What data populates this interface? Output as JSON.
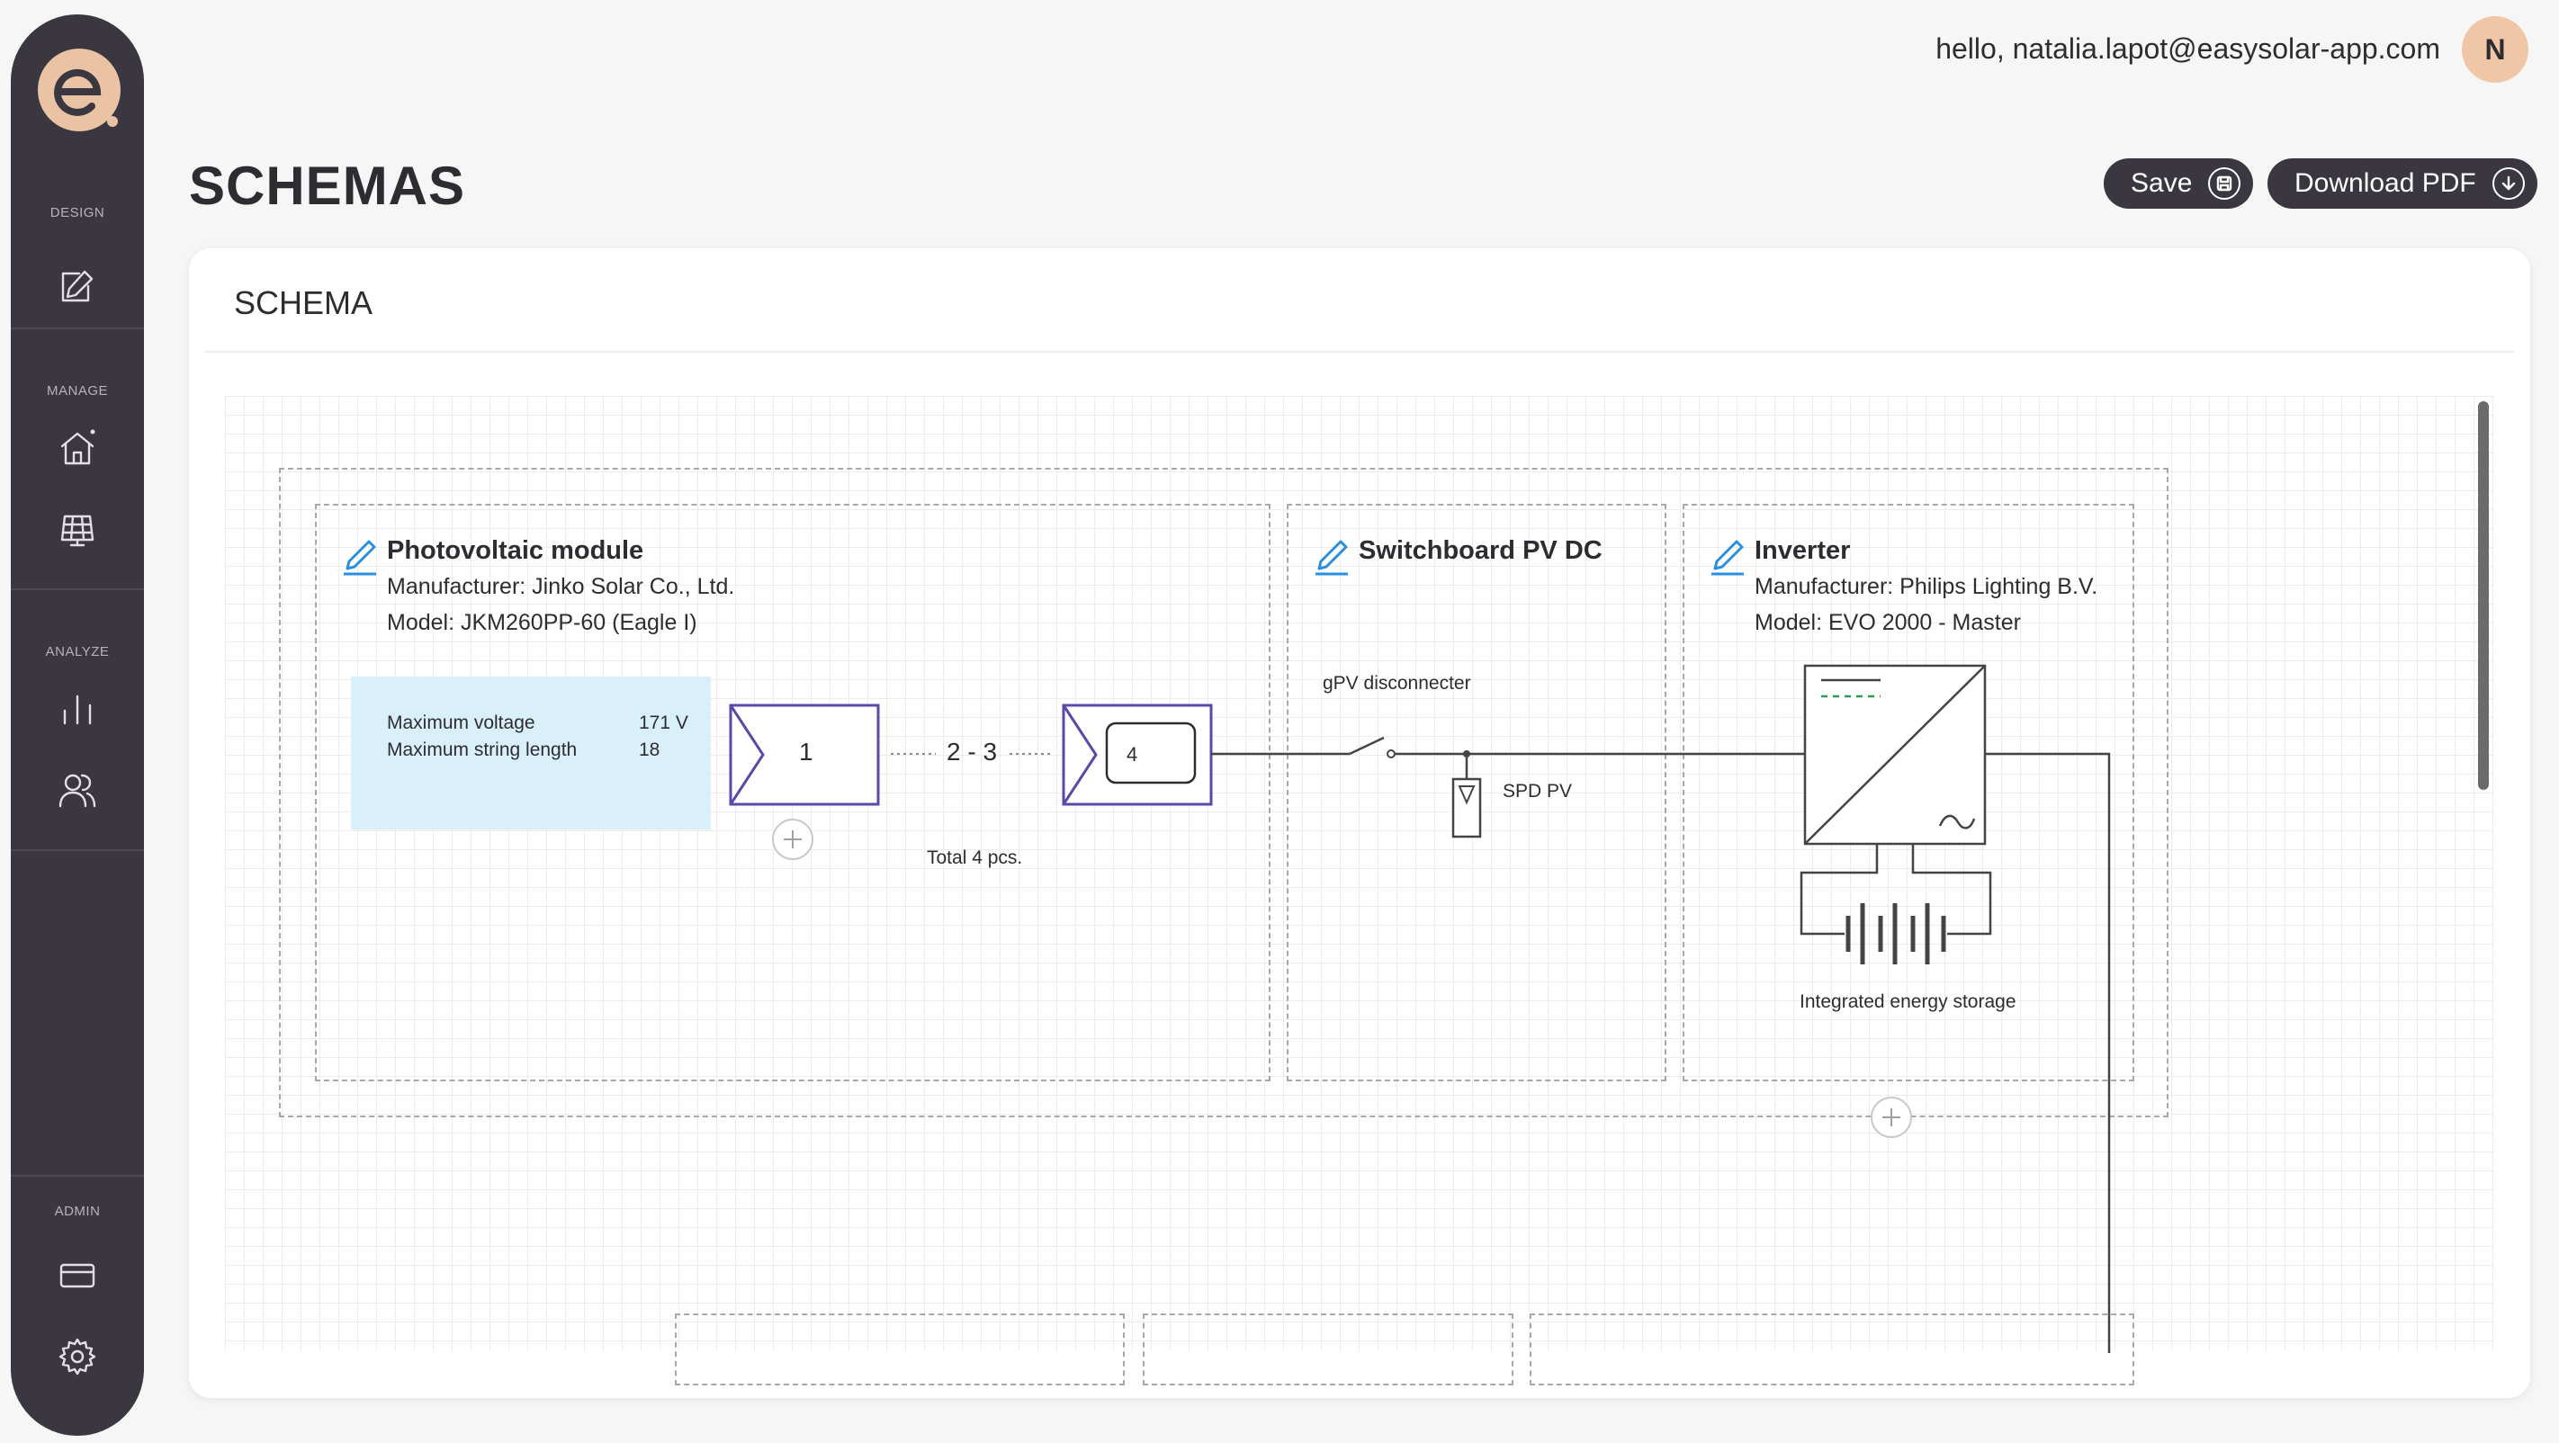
{
  "sidebar": {
    "sections": [
      {
        "label": "DESIGN"
      },
      {
        "label": "MANAGE"
      },
      {
        "label": "ANALYZE"
      },
      {
        "label": "ADMIN"
      }
    ]
  },
  "header": {
    "greeting": "hello, natalia.lapot@easysolar-app.com",
    "avatar_initial": "N"
  },
  "page": {
    "title": "SCHEMAS",
    "save_label": "Save",
    "download_label": "Download PDF"
  },
  "card": {
    "title": "SCHEMA"
  },
  "schema": {
    "pv_module": {
      "title": "Photovoltaic module",
      "manufacturer": "Manufacturer: Jinko Solar Co., Ltd.",
      "model": "Model: JKM260PP-60 (Eagle I)",
      "max_voltage_label": "Maximum voltage",
      "max_voltage_value": "171 V",
      "max_string_label": "Maximum string length",
      "max_string_value": "18",
      "first_module": "1",
      "middle_range": "2 - 3",
      "last_module": "4",
      "total": "Total 4 pcs."
    },
    "switchboard_dc": {
      "title": "Switchboard PV DC",
      "disconnecter": "gPV disconnecter",
      "spd": "SPD PV"
    },
    "inverter": {
      "title": "Inverter",
      "manufacturer": "Manufacturer: Philips Lighting B.V.",
      "model": "Model: EVO 2000 - Master",
      "storage": "Integrated energy storage"
    }
  },
  "colors": {
    "sidebar": "#3b3740",
    "accent_pencil": "#2b8fe0",
    "module_stroke": "#5a49a8",
    "info_box": "#d9effa",
    "avatar": "#efc6a6"
  }
}
